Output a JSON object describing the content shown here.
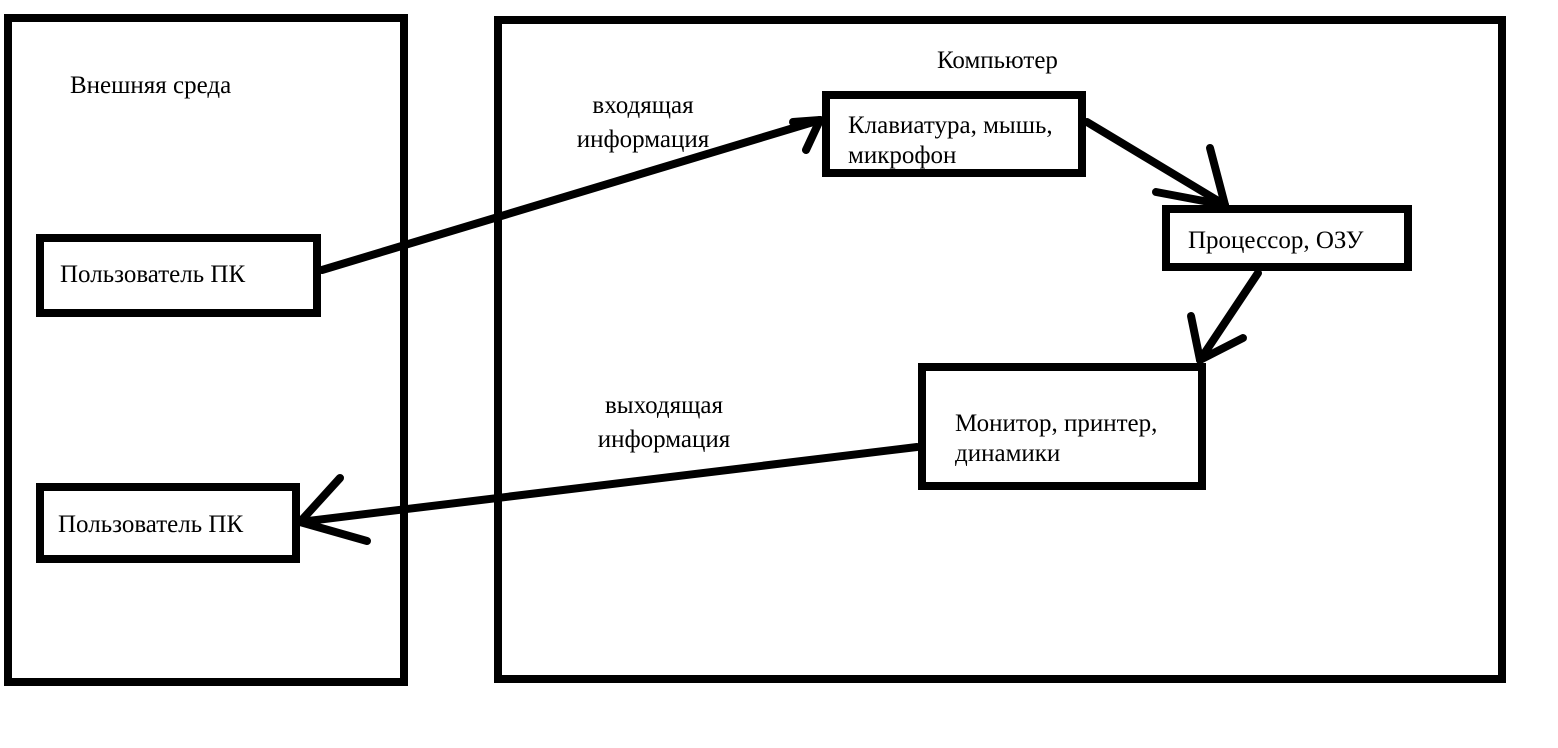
{
  "external": {
    "title": "Внешняя среда",
    "user_in": "Пользователь ПК",
    "user_out": "Пользователь ПК"
  },
  "computer": {
    "title": "Компьютер",
    "input_devices": {
      "line1": "Клавиатура, мышь,",
      "line2": "микрофон"
    },
    "cpu": "Процессор, ОЗУ",
    "output_devices": {
      "line1": "Монитор, принтер,",
      "line2": "динамики"
    }
  },
  "labels": {
    "incoming": {
      "line1": "входящая",
      "line2": "информация"
    },
    "outgoing": {
      "line1": "выходящая",
      "line2": "информация"
    }
  },
  "colors": {
    "stroke": "#000000",
    "background": "#ffffff"
  }
}
